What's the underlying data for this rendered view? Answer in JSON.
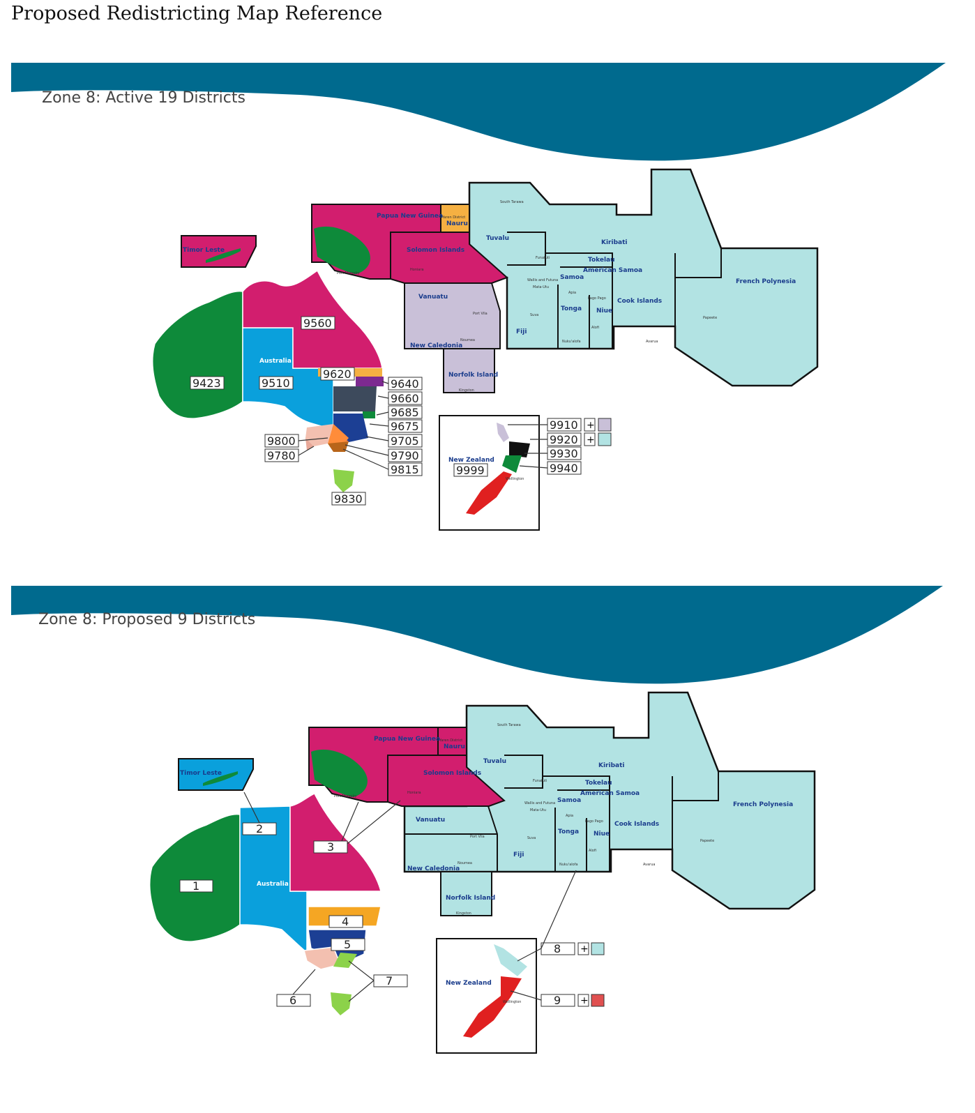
{
  "page_title": "Proposed Redistricting Map Reference",
  "colors": {
    "banner": "#006a8e",
    "ocean_region": "#b2e3e3",
    "pink": "#d21e6e",
    "green": "#0e8a3a",
    "blue": "#0aa0dc",
    "lavender": "#c9c0d8",
    "orange": "#f5a623",
    "red": "#e02020"
  },
  "panels": [
    {
      "title": "Zone 8: Active 19 Districts",
      "countries": {
        "png": "Papua New Guinea",
        "nauru": "Nauru",
        "yaren": "Yaren District",
        "tuvalu": "Tuvalu",
        "kiribati": "Kiribati",
        "solomon": "Solomon Islands",
        "timor": "Timor Leste",
        "tokelau": "Tokelau",
        "amsamoa": "American Samoa",
        "samoa": "Samoa",
        "wallis": "Wallis and Futuna",
        "vanuatu": "Vanuatu",
        "fiji": "Fiji",
        "tonga": "Tonga",
        "niue": "Niue",
        "cook": "Cook Islands",
        "frpoly": "French Polynesia",
        "newcal": "New Caledonia",
        "norfolk": "Norfolk Island",
        "australia": "Australia",
        "nz": "New Zealand"
      },
      "cities": {
        "southtarawa": "South Tarawa",
        "funafuti": "Funafuti",
        "matautu": "Mata-Utu",
        "apia": "Apia",
        "pagopago": "Pago Pago",
        "portmoresby": "Port Moresby",
        "honiara": "Honiara",
        "portvila": "Port Vila",
        "suva": "Suva",
        "nukualofa": "Nuku'alofa",
        "alofi": "Alofi",
        "avarua": "Avarua",
        "papeete": "Papeete",
        "noumea": "Noumea",
        "kingston": "Kingston",
        "wellington": "Wellington"
      },
      "districts": [
        "9423",
        "9510",
        "9560",
        "9620",
        "9640",
        "9660",
        "9685",
        "9675",
        "9705",
        "9790",
        "9815",
        "9800",
        "9780",
        "9830",
        "9910",
        "9920",
        "9930",
        "9940",
        "9999"
      ],
      "legend_plus": "+"
    },
    {
      "title": "Zone 8: Proposed 9 Districts",
      "districts": [
        "1",
        "2",
        "3",
        "4",
        "5",
        "6",
        "7",
        "8",
        "9"
      ],
      "legend_plus": "+"
    }
  ]
}
